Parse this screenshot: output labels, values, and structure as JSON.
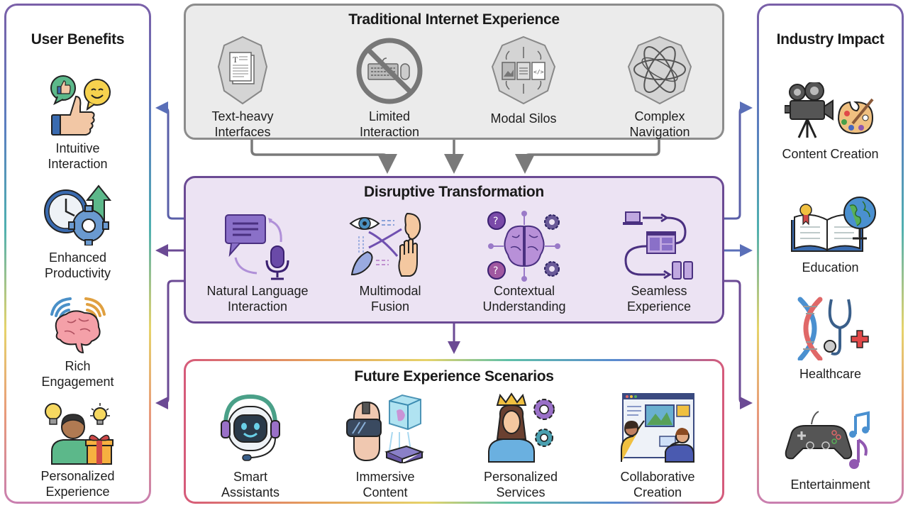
{
  "left_panel": {
    "title": "User Benefits",
    "items": [
      {
        "icon": "thumbs-up-chat-icon",
        "line1": "Intuitive",
        "line2": "Interaction"
      },
      {
        "icon": "clock-gear-arrow-icon",
        "line1": "Enhanced",
        "line2": "Productivity"
      },
      {
        "icon": "brain-waves-icon",
        "line1": "Rich",
        "line2": "Engagement"
      },
      {
        "icon": "person-gift-idea-icon",
        "line1": "Personalized",
        "line2": "Experience"
      }
    ]
  },
  "right_panel": {
    "title": "Industry Impact",
    "items": [
      {
        "icon": "camera-palette-icon",
        "label": "Content Creation"
      },
      {
        "icon": "book-globe-icon",
        "label": "Education"
      },
      {
        "icon": "dna-stethoscope-icon",
        "label": "Healthcare"
      },
      {
        "icon": "gamepad-music-icon",
        "label": "Entertainment"
      }
    ]
  },
  "traditional": {
    "title": "Traditional Internet Experience",
    "items": [
      {
        "icon": "text-document-icon",
        "line1": "Text-heavy",
        "line2": "Interfaces"
      },
      {
        "icon": "no-keyboard-icon",
        "line1": "Limited",
        "line2": "Interaction"
      },
      {
        "icon": "modal-silos-icon",
        "line1": "Modal Silos",
        "line2": ""
      },
      {
        "icon": "atom-navigation-icon",
        "line1": "Complex",
        "line2": "Navigation"
      }
    ]
  },
  "disruptive": {
    "title": "Disruptive Transformation",
    "items": [
      {
        "icon": "chat-microphone-icon",
        "line1": "Natural Language",
        "line2": "Interaction"
      },
      {
        "icon": "eye-ear-hand-icon",
        "line1": "Multimodal",
        "line2": "Fusion"
      },
      {
        "icon": "brain-network-icon",
        "line1": "Contextual",
        "line2": "Understanding"
      },
      {
        "icon": "devices-flow-icon",
        "line1": "Seamless",
        "line2": "Experience"
      }
    ]
  },
  "future": {
    "title": "Future Experience Scenarios",
    "items": [
      {
        "icon": "robot-headset-icon",
        "line1": "Smart",
        "line2": "Assistants"
      },
      {
        "icon": "vr-hologram-icon",
        "line1": "Immersive",
        "line2": "Content"
      },
      {
        "icon": "crowned-person-gears-icon",
        "line1": "Personalized",
        "line2": "Services"
      },
      {
        "icon": "collaboration-board-icon",
        "line1": "Collaborative",
        "line2": "Creation"
      }
    ]
  },
  "colors": {
    "traditional_border": "#8c8c8c",
    "traditional_fill": "#ebebeb",
    "disruptive_border": "#6b4a94",
    "disruptive_fill": "#ece3f3",
    "connector_purple": "#6b4a94",
    "connector_blue": "#5a6fb8",
    "connector_gray": "#7a7a7a"
  }
}
